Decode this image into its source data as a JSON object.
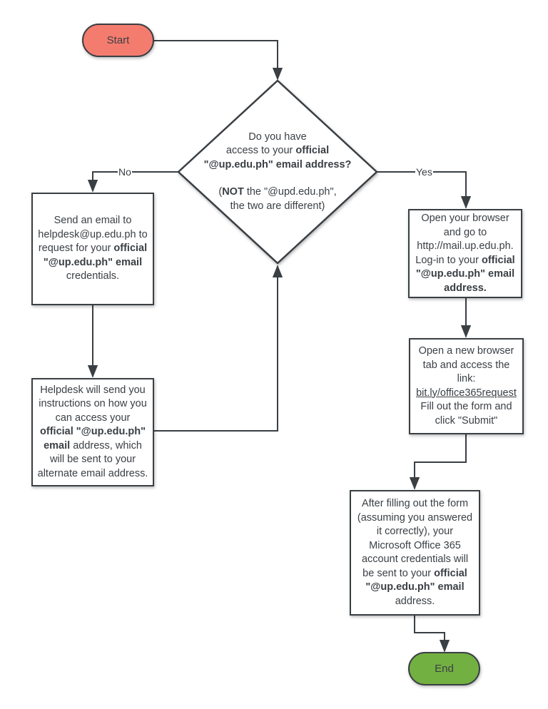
{
  "colors": {
    "start_fill": "#f47c6e",
    "end_fill": "#73b042",
    "stroke": "#3a3f44",
    "text": "#3a3f44"
  },
  "start": {
    "label": "Start"
  },
  "end": {
    "label": "End"
  },
  "decision": {
    "line1": "Do you have",
    "line2_pre": "access to your ",
    "line2_bold": "official",
    "line3_bold": "\"@up.edu.ph\" email address?",
    "line4_pre": "(",
    "line4_bold": "NOT",
    "line4_post": " the \"@upd.edu.ph\",",
    "line5": "the two are different)"
  },
  "edges": {
    "no_label": "No",
    "yes_label": "Yes"
  },
  "send_email": {
    "line1": "Send an email to",
    "line2": "helpdesk@up.edu.ph to",
    "line3_pre": "request for your ",
    "line3_bold": "official",
    "line4_bold": "\"@up.edu.ph\" email",
    "line5": "credentials."
  },
  "helpdesk": {
    "line1": "Helpdesk will send you",
    "line2": "instructions on how you",
    "line3": "can access your",
    "line4_bold": "official \"@up.edu.ph\"",
    "line5_bold": "email",
    "line5_post": " address, which",
    "line6": "will be sent to your",
    "line7": "alternate email address."
  },
  "open_browser": {
    "line1": "Open your browser",
    "line2": "and go to",
    "line3": "http://mail.up.edu.ph.",
    "line4_pre": "Log-in to your ",
    "line4_bold": "official",
    "line5_bold": "\"@up.edu.ph\" email",
    "line6_bold": "address."
  },
  "new_tab": {
    "line1": "Open a new browser",
    "line2": "tab and access the",
    "line3": "link:",
    "line4_link": "bit.ly/office365request",
    "line5": "Fill out the form and",
    "line6": "click \"Submit\""
  },
  "after_form": {
    "line1": "After filling out the form",
    "line2": "(assuming you answered",
    "line3": "it correctly), your",
    "line4": "Microsoft Office 365",
    "line5": "account credentials will",
    "line6_pre": "be sent to your ",
    "line6_bold": "official",
    "line7_bold": "\"@up.edu.ph\" email",
    "line8": "address."
  }
}
